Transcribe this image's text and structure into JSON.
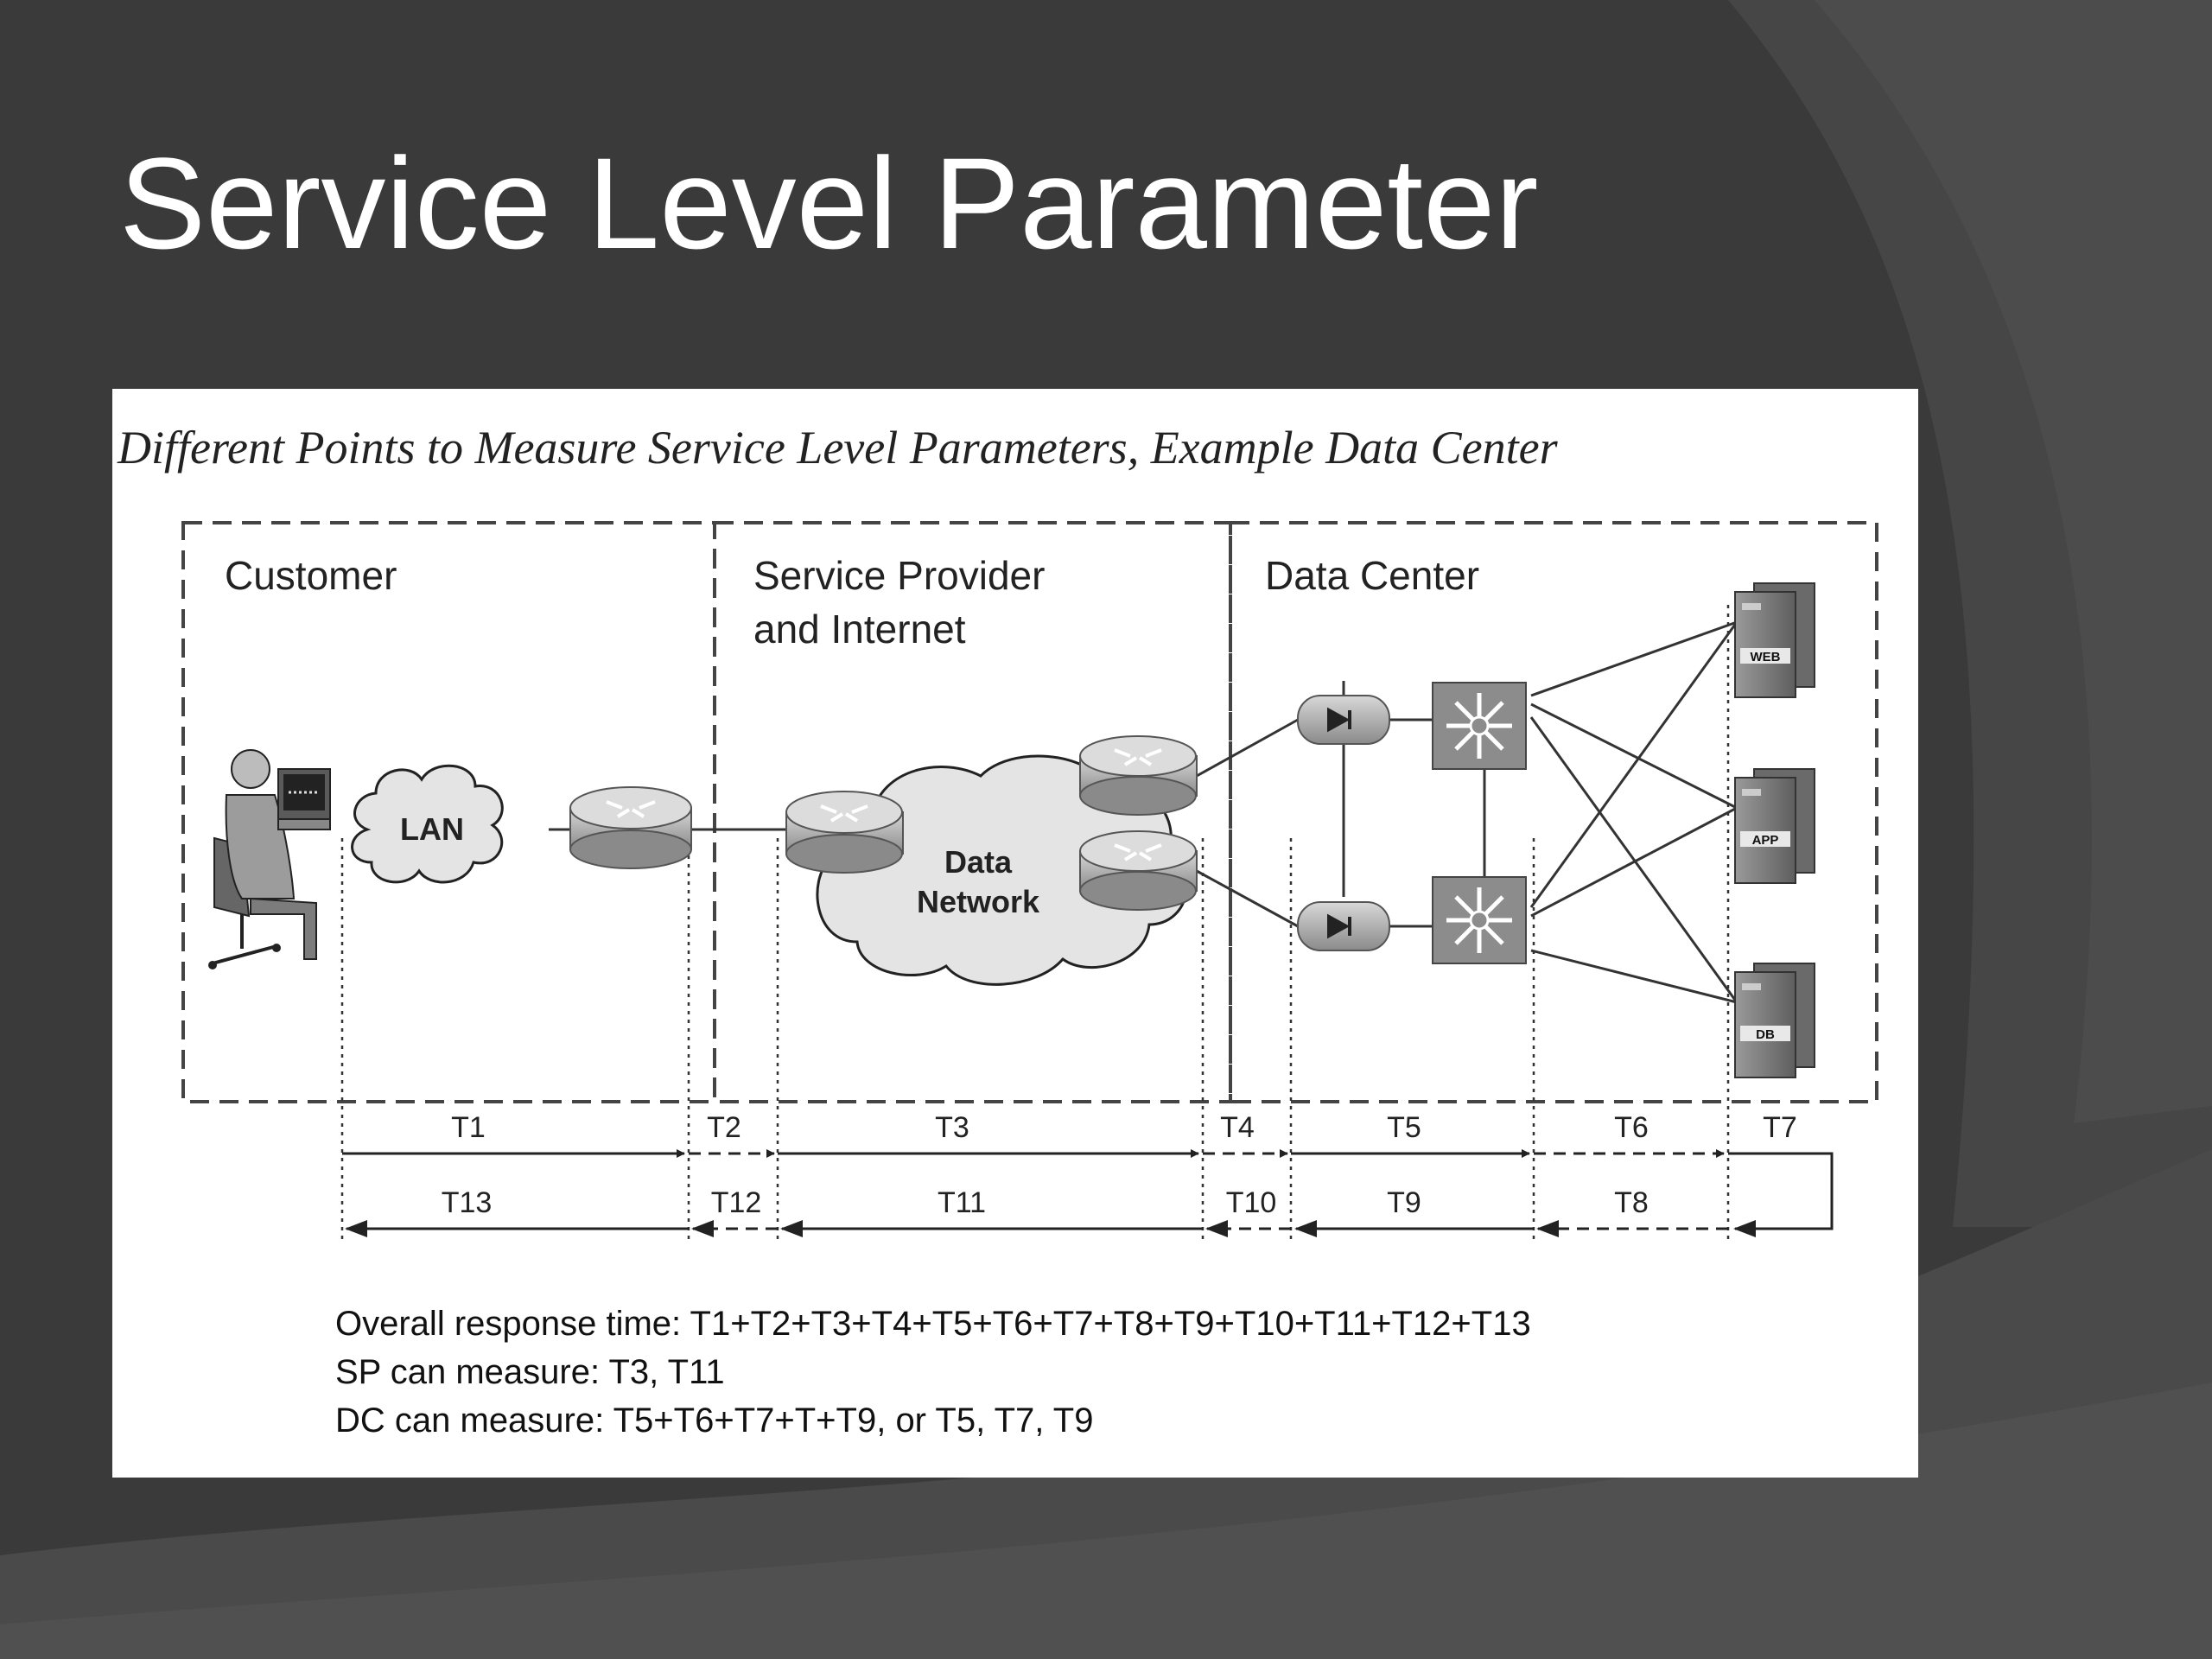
{
  "slide": {
    "title": "Service Level Parameter"
  },
  "figure": {
    "title": "Different Points to Measure Service Level Parameters, Example Data Center",
    "zones": {
      "customer": "Customer",
      "service_provider_line1": "Service Provider",
      "service_provider_line2": "and Internet",
      "data_center": "Data Center"
    },
    "nodes": {
      "lan": "LAN",
      "data_network_line1": "Data",
      "data_network_line2": "Network",
      "server_web": "WEB",
      "server_app": "APP",
      "server_db": "DB"
    },
    "forward_segments": [
      "T1",
      "T2",
      "T3",
      "T4",
      "T5",
      "T6",
      "T7"
    ],
    "return_segments": [
      "T13",
      "T12",
      "T11",
      "T10",
      "T9",
      "T8"
    ],
    "notes": {
      "overall": "Overall response time: T1+T2+T3+T4+T5+T6+T7+T8+T9+T10+T11+T12+T13",
      "sp": "SP can measure: T3, T11",
      "dc": "DC can measure: T5+T6+T7+T+T9, or T5, T7, T9"
    }
  },
  "colors": {
    "slide_background": "#3b3b3b",
    "title_text": "#ffffff",
    "figure_background": "#ffffff"
  }
}
